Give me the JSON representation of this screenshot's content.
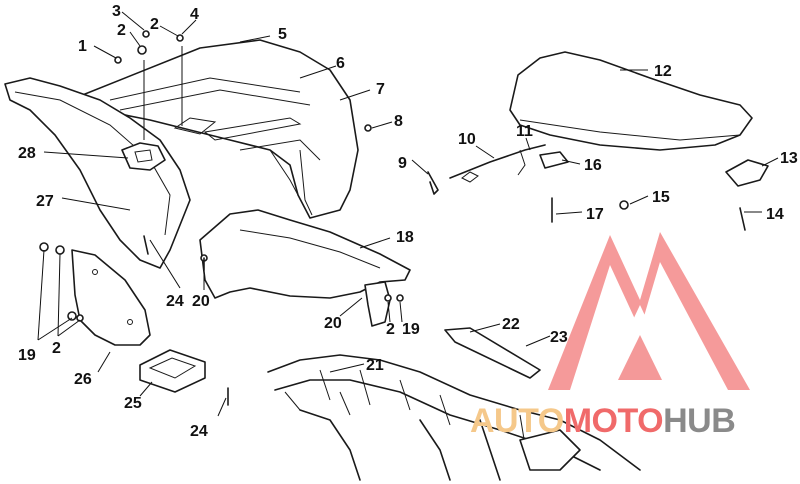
{
  "callouts": [
    {
      "id": "c1",
      "label": "1"
    },
    {
      "id": "c2a",
      "label": "2"
    },
    {
      "id": "c3",
      "label": "3"
    },
    {
      "id": "c2b",
      "label": "2"
    },
    {
      "id": "c4",
      "label": "4"
    },
    {
      "id": "c5",
      "label": "5"
    },
    {
      "id": "c6",
      "label": "6"
    },
    {
      "id": "c7",
      "label": "7"
    },
    {
      "id": "c8",
      "label": "8"
    },
    {
      "id": "c9",
      "label": "9"
    },
    {
      "id": "c10",
      "label": "10"
    },
    {
      "id": "c11",
      "label": "11"
    },
    {
      "id": "c12",
      "label": "12"
    },
    {
      "id": "c13",
      "label": "13"
    },
    {
      "id": "c14",
      "label": "14"
    },
    {
      "id": "c15",
      "label": "15"
    },
    {
      "id": "c16",
      "label": "16"
    },
    {
      "id": "c17",
      "label": "17"
    },
    {
      "id": "c18",
      "label": "18"
    },
    {
      "id": "c19a",
      "label": "19"
    },
    {
      "id": "c19b",
      "label": "19"
    },
    {
      "id": "c2c",
      "label": "2"
    },
    {
      "id": "c2d",
      "label": "2"
    },
    {
      "id": "c20a",
      "label": "20"
    },
    {
      "id": "c20b",
      "label": "20"
    },
    {
      "id": "c21",
      "label": "21"
    },
    {
      "id": "c22",
      "label": "22"
    },
    {
      "id": "c23",
      "label": "23"
    },
    {
      "id": "c24a",
      "label": "24"
    },
    {
      "id": "c24b",
      "label": "24"
    },
    {
      "id": "c25",
      "label": "25"
    },
    {
      "id": "c26",
      "label": "26"
    },
    {
      "id": "c27",
      "label": "27"
    },
    {
      "id": "c28",
      "label": "28"
    }
  ],
  "watermark": {
    "part1": "AUTO",
    "part2": "MOTO",
    "part3": "HUB",
    "color_light": "#f5c88a",
    "color_red": "#f06a6a",
    "color_dark": "#8a8a8a"
  }
}
